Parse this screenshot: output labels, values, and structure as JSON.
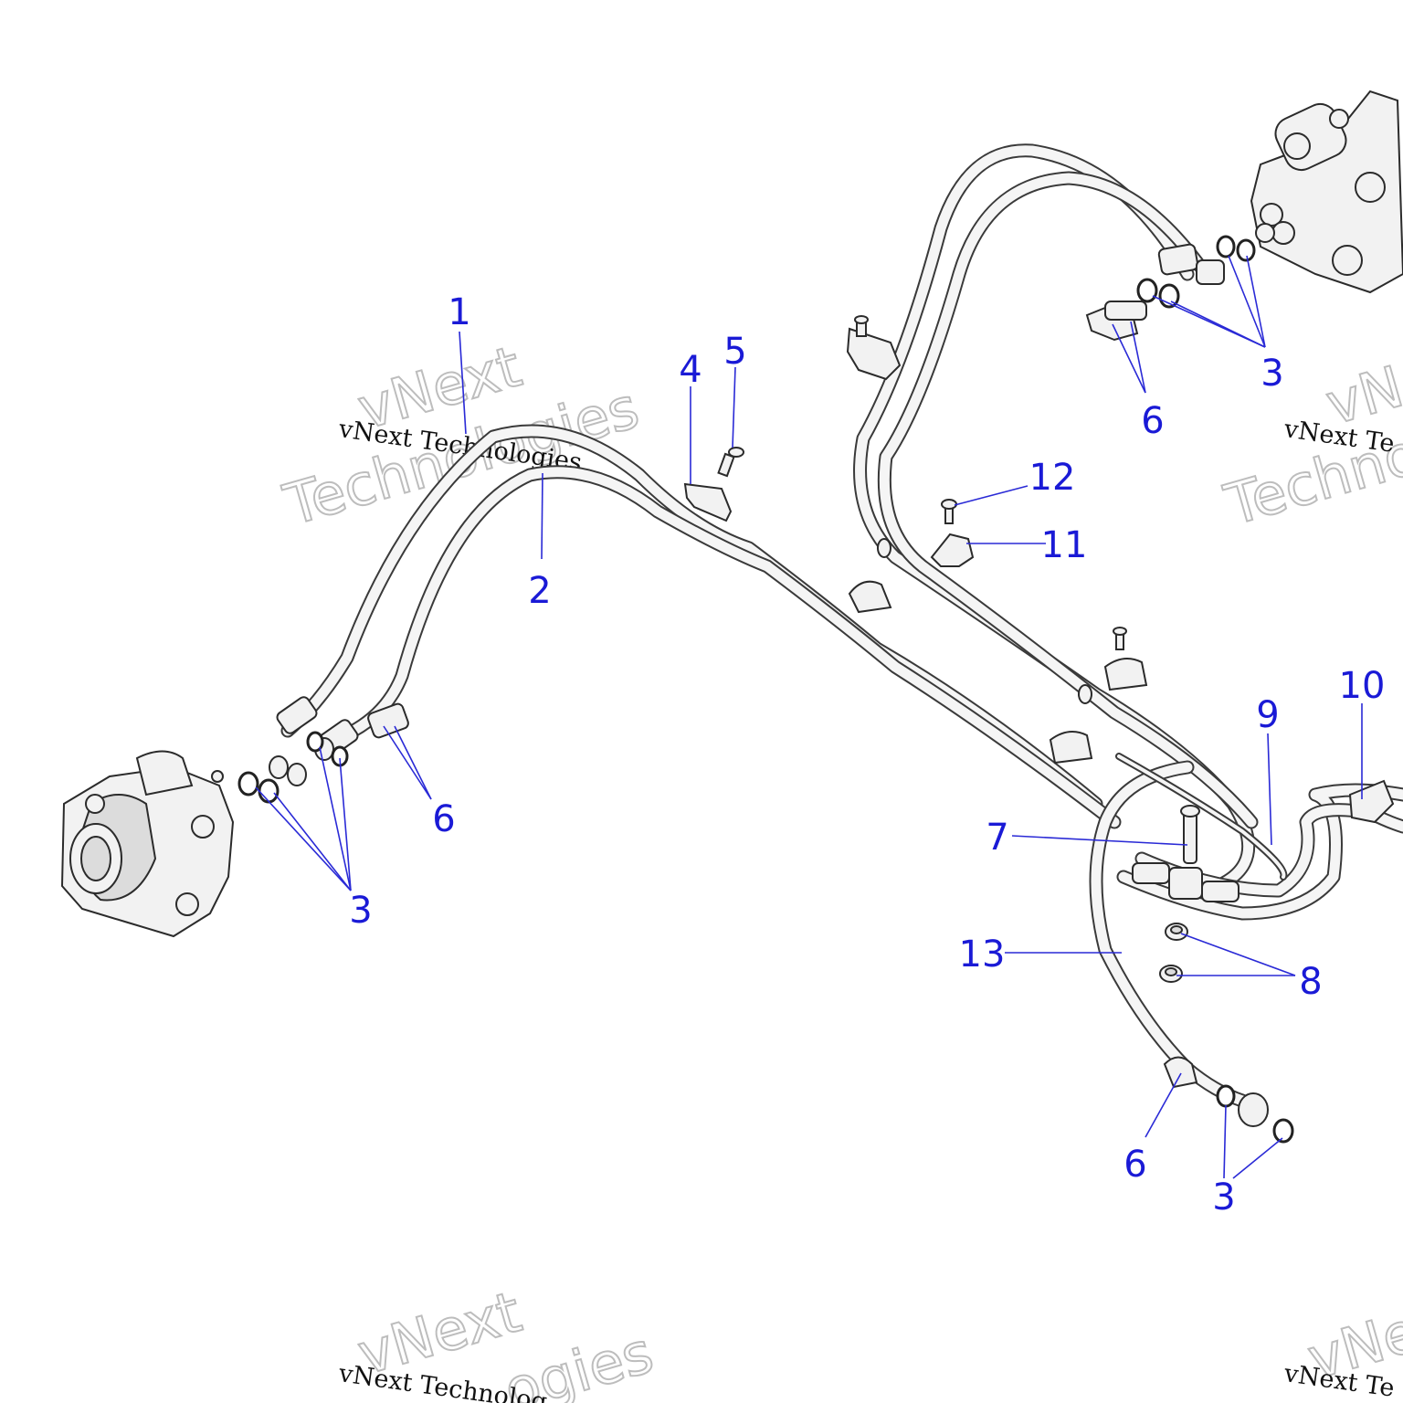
{
  "watermark": {
    "line": "vNext Technologies",
    "word1": "vNext",
    "word2": "Technologies",
    "right_line": "vNext Te",
    "right_word1": "vNe",
    "right_word2": "Techno",
    "bottom_word2": "ogies",
    "bottom_line": "vNext Technolog",
    "bottom_right_line": "vNext Te"
  },
  "callouts": {
    "hose_1": "1",
    "hose_2": "2",
    "washer_left": "3",
    "washer_right_top": "3",
    "washer_bottom": "3",
    "bracket_4": "4",
    "screw_5": "5",
    "bolt_left": "6",
    "bolt_right_top": "6",
    "bolt_bottom": "6",
    "screw_7": "7",
    "grommet_8": "8",
    "hose_9": "9",
    "clip_10": "10",
    "clip_11": "11",
    "screw_12": "12",
    "hose_13": "13"
  }
}
